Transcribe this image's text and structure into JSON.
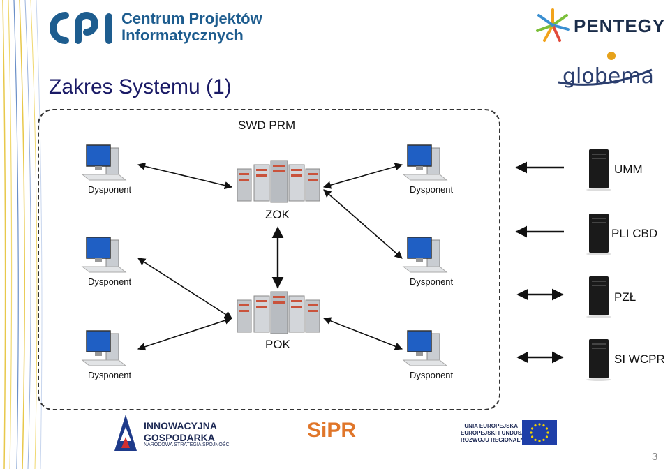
{
  "header": {
    "cpi_line1": "Centrum Projektów",
    "cpi_line2": "Informatycznych",
    "pentegy": "PENTEGY",
    "globema": "globema"
  },
  "slide": {
    "title": "Zakres Systemu (1)",
    "number": "3"
  },
  "diagram": {
    "boundary_label": "SWD PRM",
    "servers": {
      "zok": "ZOK",
      "pok": "POK"
    },
    "workstation_label": "Dysponent",
    "external_systems": [
      "UMM",
      "PLI CBD",
      "PZŁ",
      "SI WCPR"
    ]
  },
  "footer": {
    "ig_line1": "INNOWACYJNA",
    "ig_line2": "GOSPODARKA",
    "ig_line3": "NARODOWA STRATEGIA SPÓJNOŚCI",
    "sipr": "SiPR",
    "ue_line1": "UNIA EUROPEJSKA",
    "ue_line2": "EUROPEJSKI FUNDUSZ",
    "ue_line3": "ROZWOJU REGIONALNEGO"
  }
}
